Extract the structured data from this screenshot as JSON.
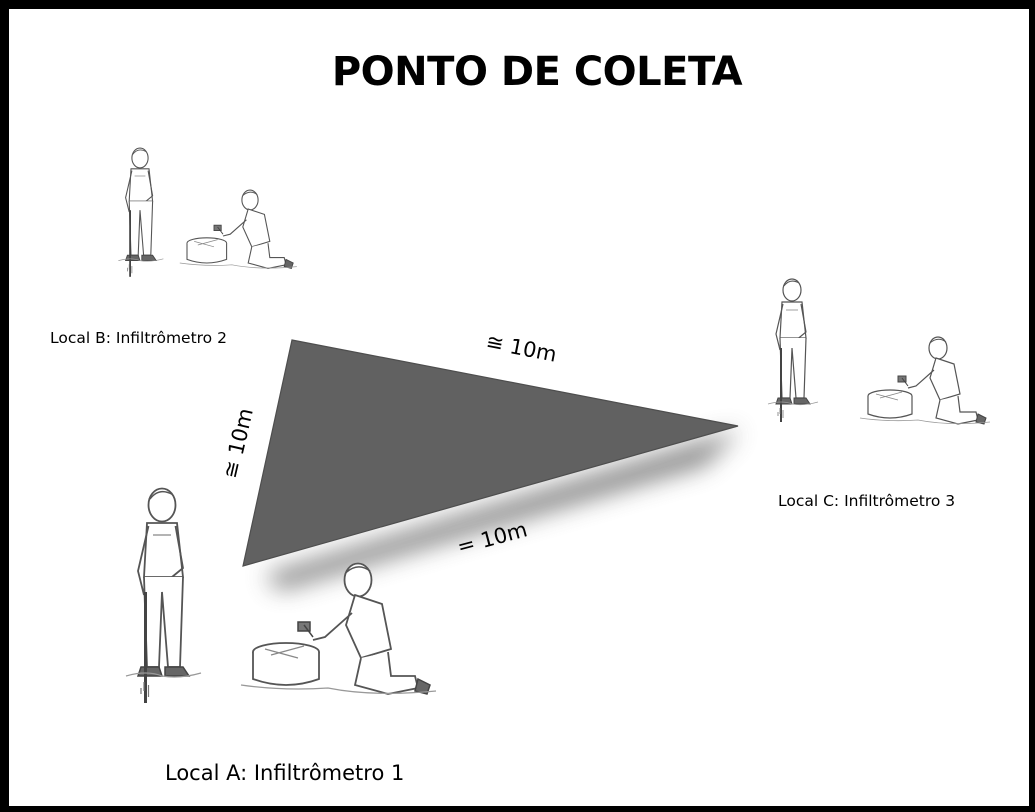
{
  "title": "PONTO DE COLETA",
  "locations": {
    "a": {
      "label": "Local A: Infiltrômetro 1"
    },
    "b": {
      "label": "Local B: Infiltrômetro 2"
    },
    "c": {
      "label": "Local C: Infiltrômetro 3"
    }
  },
  "distances": {
    "a_b": "≅ 10m",
    "b_c": "≅ 10m",
    "a_c": "= 10m"
  },
  "colors": {
    "triangle": "#616161",
    "border": "#000000",
    "figure_stroke": "#555555"
  }
}
